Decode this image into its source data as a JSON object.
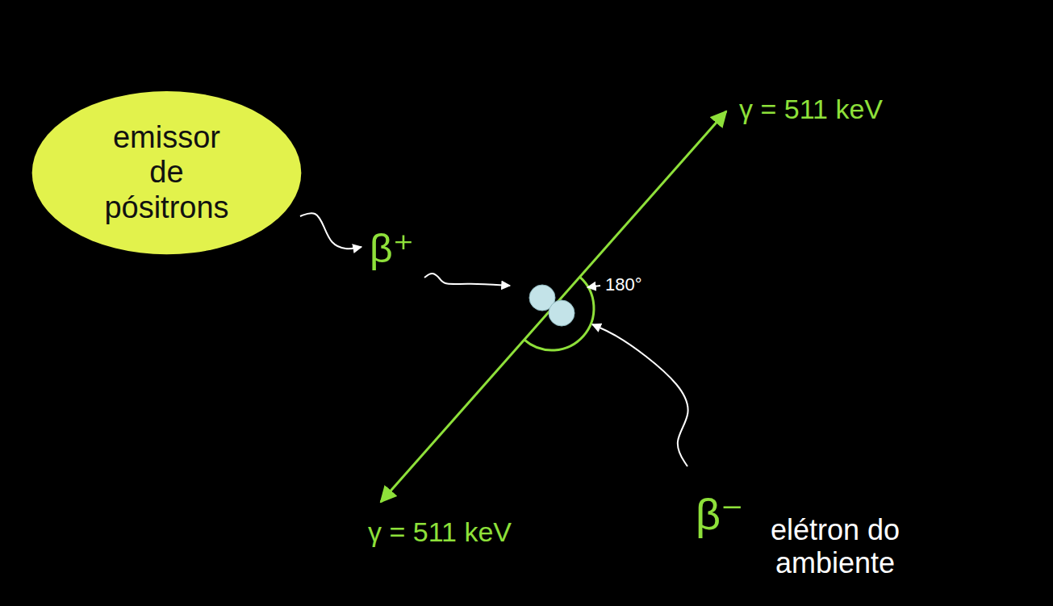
{
  "diagram": {
    "nodes": [
      {
        "text": [
          "emissor de pósitrons"
        ]
      }
    ],
    "labels": [
      "β⁺",
      "180°",
      "γ = 511 keV",
      "γ = 511 keV",
      "β⁻",
      "elétron do ambiente"
    ]
  }
}
